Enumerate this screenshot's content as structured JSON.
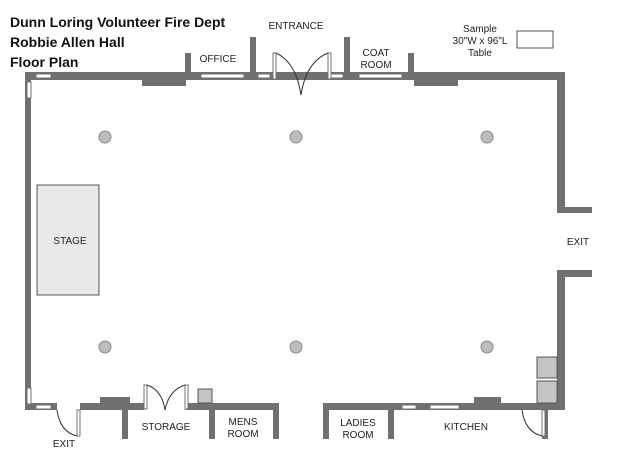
{
  "title": {
    "line1": "Dunn Loring Volunteer Fire Dept",
    "line2": "Robbie Allen Hall",
    "line3": "Floor Plan"
  },
  "rooms": {
    "entrance": "ENTRANCE",
    "office": "OFFICE",
    "coat_1": "COAT",
    "coat_2": "ROOM",
    "stage": "STAGE",
    "exit_right": "EXIT",
    "exit_left": "EXIT",
    "storage": "STORAGE",
    "mens_1": "MENS",
    "mens_2": "ROOM",
    "ladies_1": "LADIES",
    "ladies_2": "ROOM",
    "kitchen": "KITCHEN"
  },
  "legend": {
    "line1": "Sample",
    "line2": "30\"W x 96\"L",
    "line3": "Table"
  },
  "colors": {
    "wall": "#707070",
    "stage": "#e8e8e8",
    "column": "#bdbdbd"
  }
}
